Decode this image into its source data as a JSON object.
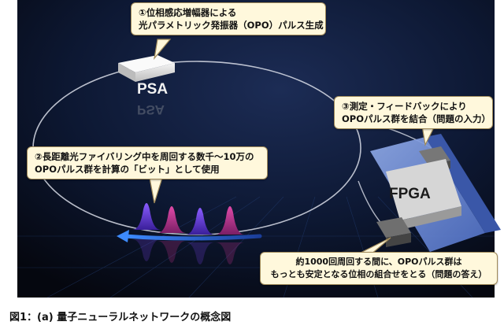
{
  "device_labels": {
    "psa": "PSA",
    "psa_reflection": "PSA",
    "fpga": "FPGA"
  },
  "callouts": {
    "c1": [
      "①位相感応増幅器による",
      "光パラメトリック発振器（OPO）パルス生成"
    ],
    "c3": [
      "③測定・フィードバックにより",
      "OPOパルス群を結合（問題の入力）"
    ],
    "c2": [
      "②長距離光ファイバリング中を周回する数千～10万の",
      "OPOパルス群を計算の「ビット」として使用"
    ],
    "c4": [
      "約1000回周回する間に、OPOパルス群は",
      "もっとも安定となる位相の組合せをとる（問題の答え）"
    ]
  },
  "caption": "図1：(a) 量子ニューラルネットワークの概念図",
  "colors": {
    "background_dark": "#0b1530",
    "callout_fill": "#fff8dc",
    "arrow_blue": "#2f7fff",
    "pulse_purple": "#6f3fd8",
    "pulse_magenta": "#c0338f"
  }
}
